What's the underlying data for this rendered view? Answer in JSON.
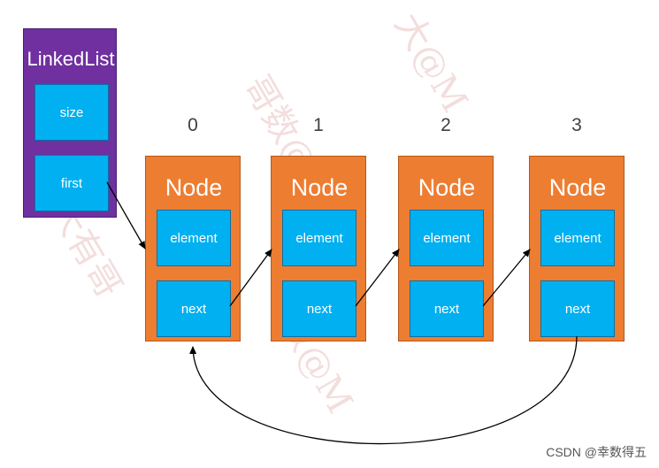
{
  "linkedlist": {
    "title": "LinkedList",
    "fields": [
      "size",
      "first"
    ]
  },
  "nodes": [
    {
      "index": "0",
      "title": "Node",
      "element": "element",
      "next": "next"
    },
    {
      "index": "1",
      "title": "Node",
      "element": "element",
      "next": "next"
    },
    {
      "index": "2",
      "title": "Node",
      "element": "element",
      "next": "next"
    },
    {
      "index": "3",
      "title": "Node",
      "element": "element",
      "next": "next"
    }
  ],
  "watermark": "CSDN @幸数得五",
  "colors": {
    "linkedlist_bg": "#7030a0",
    "node_bg": "#ed7d31",
    "field_bg": "#00b0f0",
    "arrow": "#000000"
  }
}
